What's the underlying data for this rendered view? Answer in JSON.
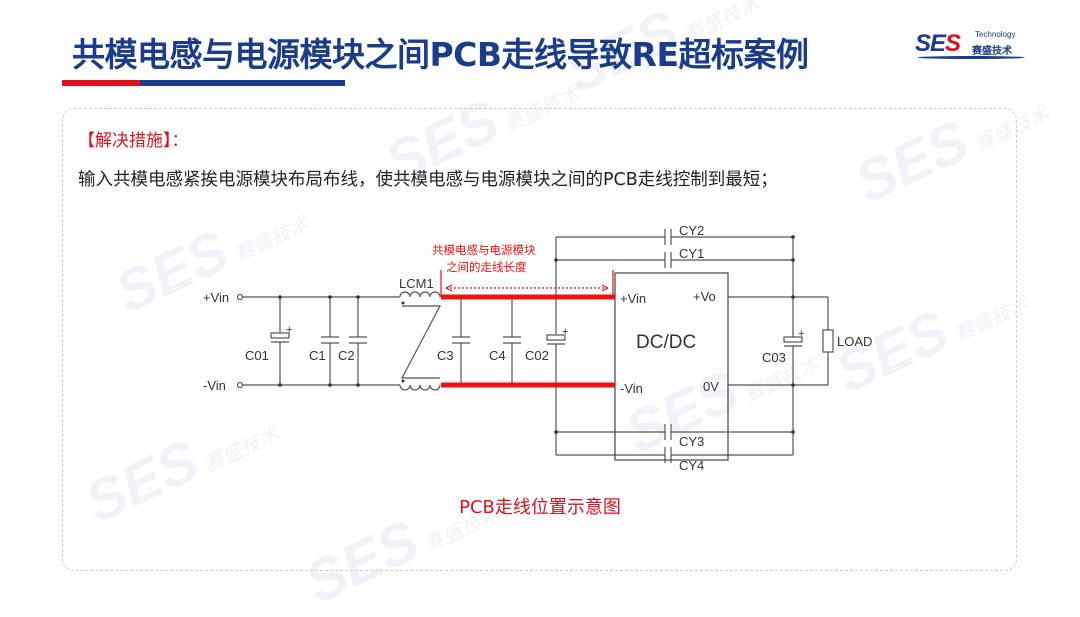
{
  "header": {
    "title": "共模电感与电源模块之间PCB走线导致RE超标案例",
    "logo": {
      "ses": "SES",
      "tech": "Technology",
      "cn": "赛盛技术"
    }
  },
  "content": {
    "measures_label": "【解决措施】：",
    "body": "输入共模电感紧挨电源模块布局布线，使共模电感与电源模块之间的PCB走线控制到最短；",
    "caption": "PCB走线位置示意图"
  },
  "schematic": {
    "vin_pos": "+Vin",
    "vin_neg": "-Vin",
    "inductor": "LCM1",
    "caps": {
      "c01": "C01",
      "c1": "C1",
      "c2": "C2",
      "c3": "C3",
      "c4": "C4",
      "c02": "C02",
      "c03": "C03"
    },
    "ycaps": {
      "cy1": "CY1",
      "cy2": "CY2",
      "cy3": "CY3",
      "cy4": "CY4"
    },
    "module": {
      "name": "DC/DC",
      "in_pos": "+Vin",
      "in_neg": "-Vin",
      "out_pos": "+Vo",
      "out_neg": "0V"
    },
    "load": "LOAD",
    "annotation_line1": "共模电感与电源模块",
    "annotation_line2": "之间的走线长度"
  },
  "colors": {
    "brand_blue": "#1b3c8c",
    "accent_red": "#e0101e"
  }
}
